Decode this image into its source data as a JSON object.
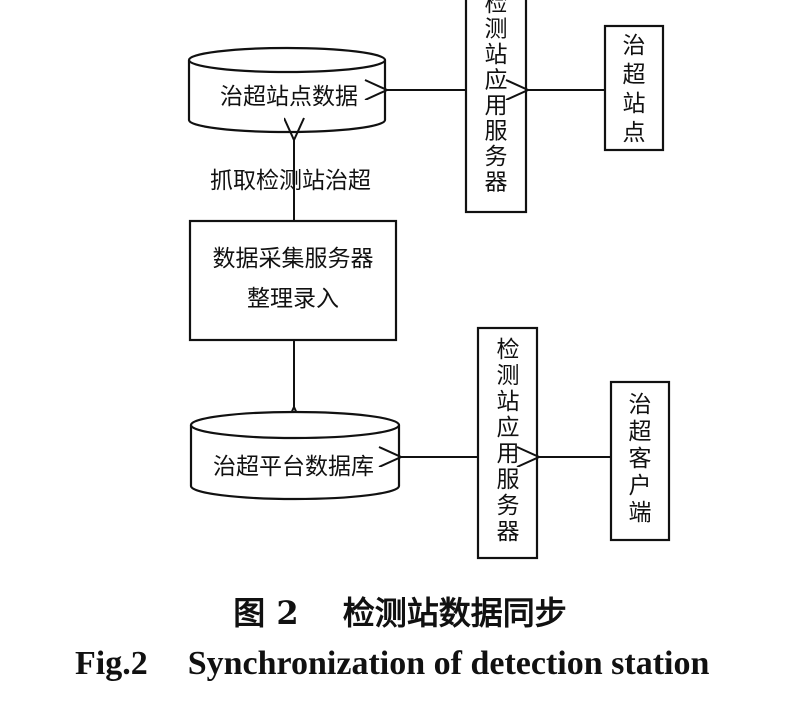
{
  "nodes": {
    "db_top": "治超站点数据",
    "station_server_top": "检测站应用服务器",
    "station_point": "治超站点",
    "fetch_label": "抓取检测站治超",
    "collector": [
      "数据采集服务器",
      "整理录入"
    ],
    "db_bottom": "治超平台数据库",
    "station_server_bottom": "检测站应用服务器",
    "client": "治超客户端"
  },
  "caption": {
    "cn_prefix": "图 2",
    "cn_title": "检测站数据同步",
    "en_prefix": "Fig.2",
    "en_title": "Synchronization of detection station"
  }
}
